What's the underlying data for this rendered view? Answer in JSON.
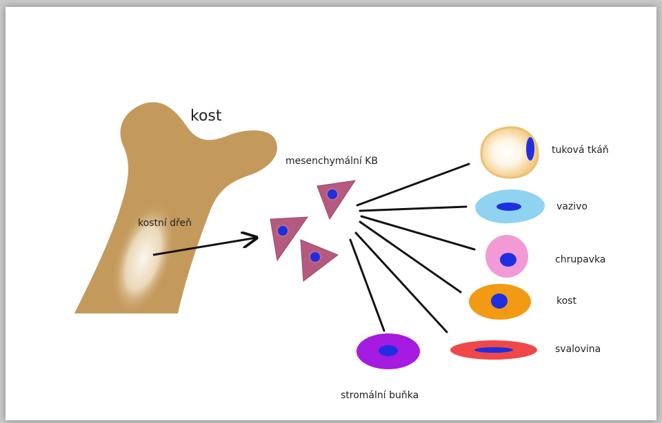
{
  "labels": {
    "kost_title": "kost",
    "marrow": "kostní dřeň",
    "msc": "mesenchymální KB",
    "fat": "tuková tkáň",
    "connective": "vazivo",
    "cartilage": "chrupavka",
    "bone": "kost",
    "muscle": "svalovina",
    "stromal": "stromální buňka"
  },
  "colors": {
    "bone": "#c49a5c",
    "marrow_highlight": "#f3e7d4",
    "msc_cell": "#b55a7e",
    "nucleus": "#1f2fe0",
    "fat_cell": "#f1c77a",
    "connective_cell": "#8fd3f0",
    "cartilage_cell": "#f29ad6",
    "bone_cell": "#f29a14",
    "muscle_cell": "#f04848",
    "stromal_cell": "#a51be0",
    "lines": "#111111"
  }
}
